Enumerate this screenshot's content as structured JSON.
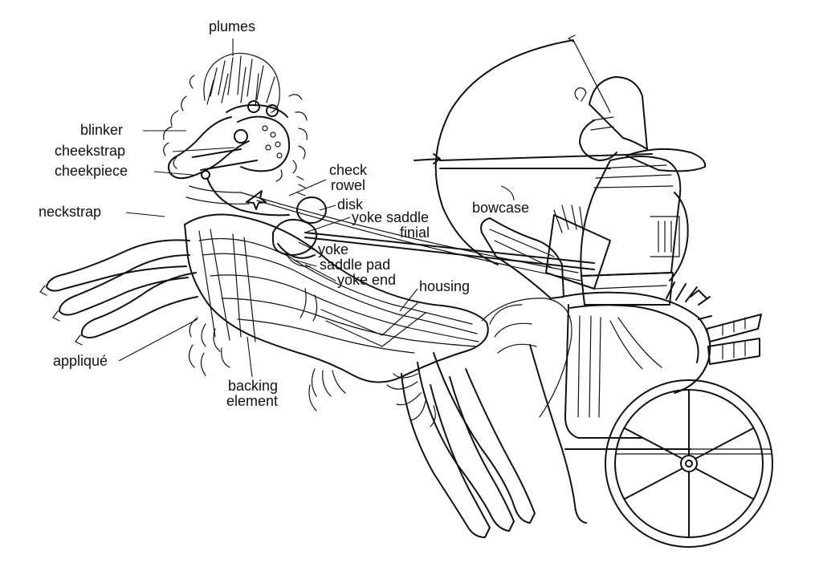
{
  "labels": {
    "plumes": "plumes",
    "blinker": "blinker",
    "cheekstrap": "cheekstrap",
    "cheekpiece": "cheekpiece",
    "neckstrap": "neckstrap",
    "check_rowel": [
      "check",
      "rowel"
    ],
    "disk": "disk",
    "yoke_saddle_finial": [
      "yoke saddle",
      "finial"
    ],
    "bowcase": "bowcase",
    "yoke": "yoke",
    "saddle_pad": "saddle pad",
    "yoke_end": "yoke end",
    "housing": "housing",
    "applique": "appliqué",
    "backing_element": [
      "backing",
      "element"
    ]
  }
}
